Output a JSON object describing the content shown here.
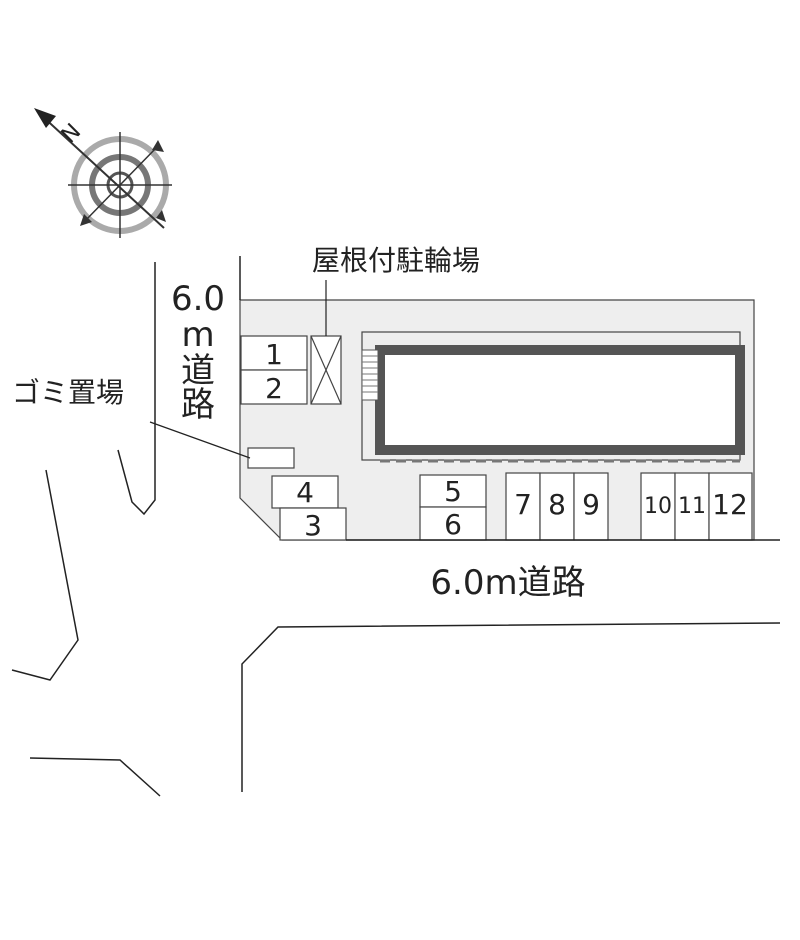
{
  "compass": {
    "north_label": "N"
  },
  "labels": {
    "bicycle_parking": "屋根付駐輪場",
    "garbage_area": "ゴミ置場",
    "road_west": [
      "6.0",
      "m",
      "道",
      "路"
    ],
    "road_south": "6.0m道路"
  },
  "parking_spaces": [
    "1",
    "2",
    "3",
    "4",
    "5",
    "6",
    "7",
    "8",
    "9",
    "10",
    "11",
    "12"
  ],
  "colors": {
    "lot_fill": "#eeeeee",
    "building_outline": "#555555",
    "line": "#222222",
    "compass_gray": "#999999"
  }
}
